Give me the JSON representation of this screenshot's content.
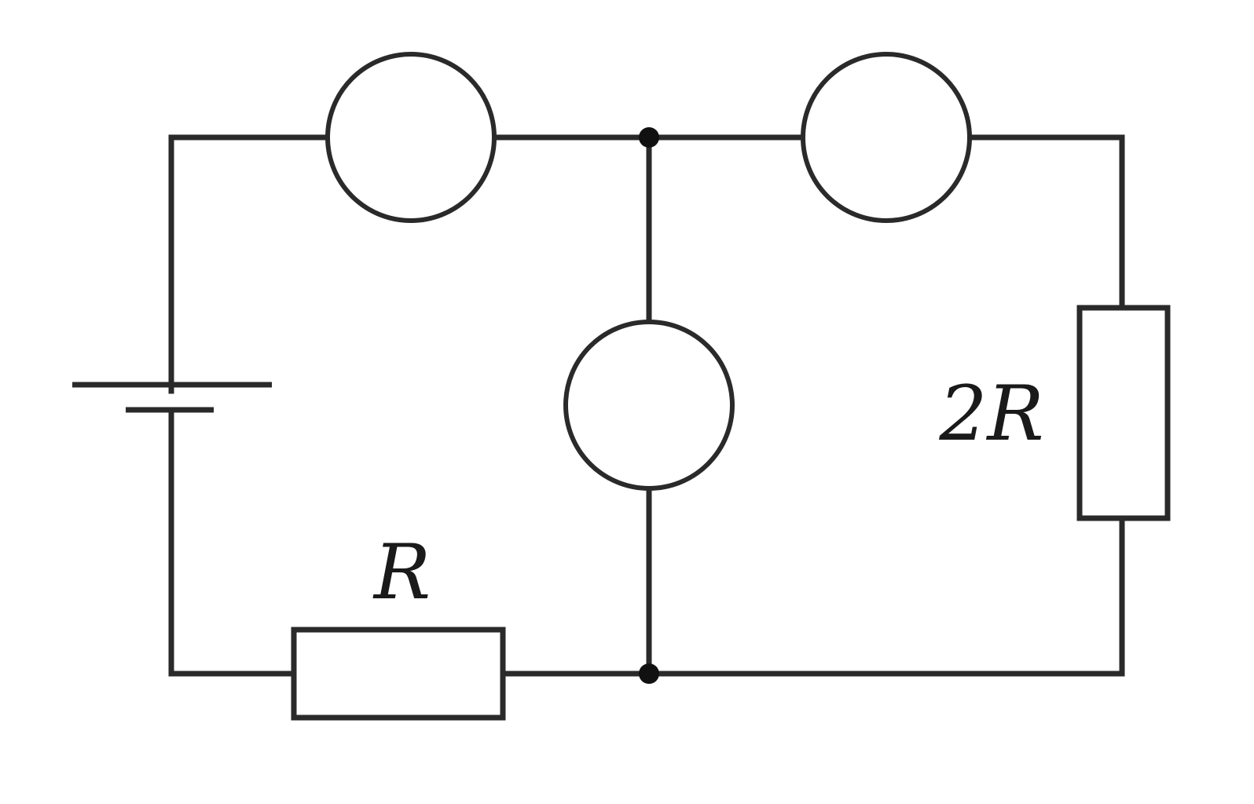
{
  "diagram": {
    "type": "circuit",
    "labels": {
      "left_resistor": "R",
      "right_resistor": "2R"
    },
    "components": [
      {
        "kind": "battery",
        "name": "battery"
      },
      {
        "kind": "meter",
        "name": "meter-top-left",
        "label": ""
      },
      {
        "kind": "meter",
        "name": "meter-top-right",
        "label": ""
      },
      {
        "kind": "meter",
        "name": "meter-middle",
        "label": ""
      },
      {
        "kind": "resistor",
        "name": "resistor-r"
      },
      {
        "kind": "resistor",
        "name": "resistor-2r"
      }
    ],
    "colors": {
      "line": "#2a2a2a",
      "junction": "#111111",
      "background": "#ffffff"
    }
  }
}
